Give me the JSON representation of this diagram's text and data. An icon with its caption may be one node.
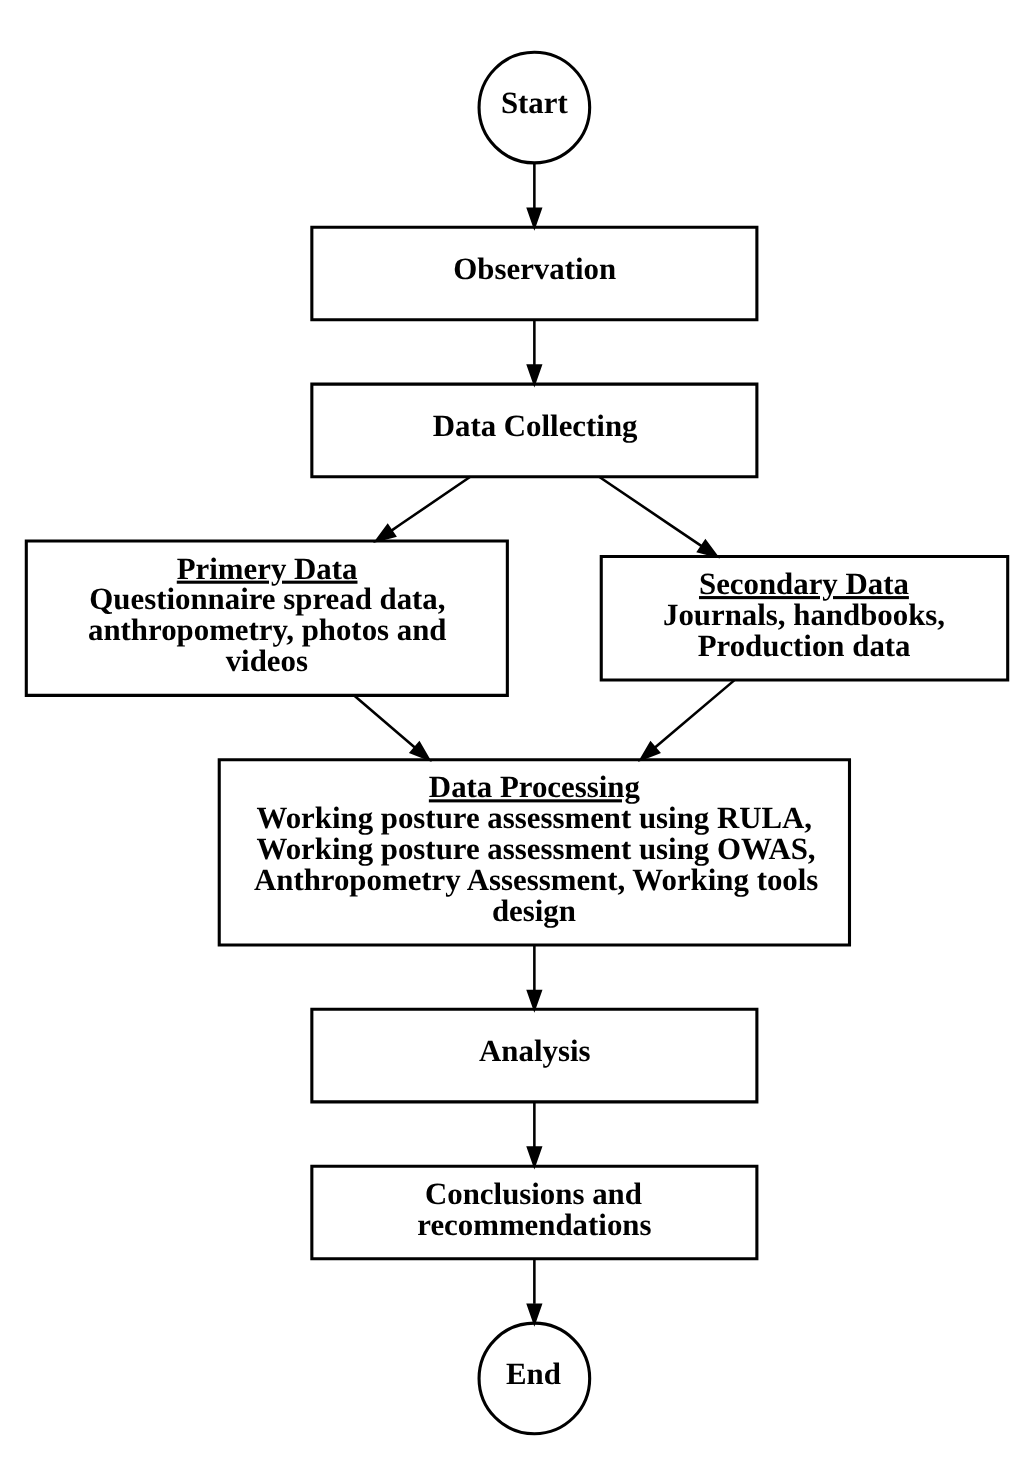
{
  "diagram": {
    "nodes": [
      {
        "text": [
          "Start"
        ]
      },
      {
        "text": [
          "Observation"
        ]
      },
      {
        "text": [
          "Data Collecting"
        ]
      },
      {
        "text": [
          "Primery Data",
          "Questionnaire spread data, anthropometry, photos and videos"
        ]
      },
      {
        "text": [
          "Secondary Data",
          "Journals, handbooks, Production data"
        ]
      },
      {
        "text": [
          "Data Processing",
          "Working posture assessment using RULA, Working posture assessment using OWAS, Anthropometry Assessment, Working tools design"
        ]
      },
      {
        "text": [
          "Analysis"
        ]
      },
      {
        "text": [
          "Conclusions and recommendations"
        ]
      },
      {
        "text": [
          "End"
        ]
      }
    ],
    "edges": [
      {
        "from": 0,
        "to": 1,
        "arrow": "to"
      },
      {
        "from": 1,
        "to": 2,
        "arrow": "to"
      },
      {
        "from": 2,
        "to": 3,
        "arrow": "to"
      },
      {
        "from": 2,
        "to": 4,
        "arrow": "to"
      },
      {
        "from": 3,
        "to": 5,
        "arrow": "to"
      },
      {
        "from": 4,
        "to": 5,
        "arrow": "to"
      },
      {
        "from": 5,
        "to": 6,
        "arrow": "to"
      },
      {
        "from": 6,
        "to": 7,
        "arrow": "to"
      },
      {
        "from": 7,
        "to": 8,
        "arrow": "to"
      }
    ]
  }
}
